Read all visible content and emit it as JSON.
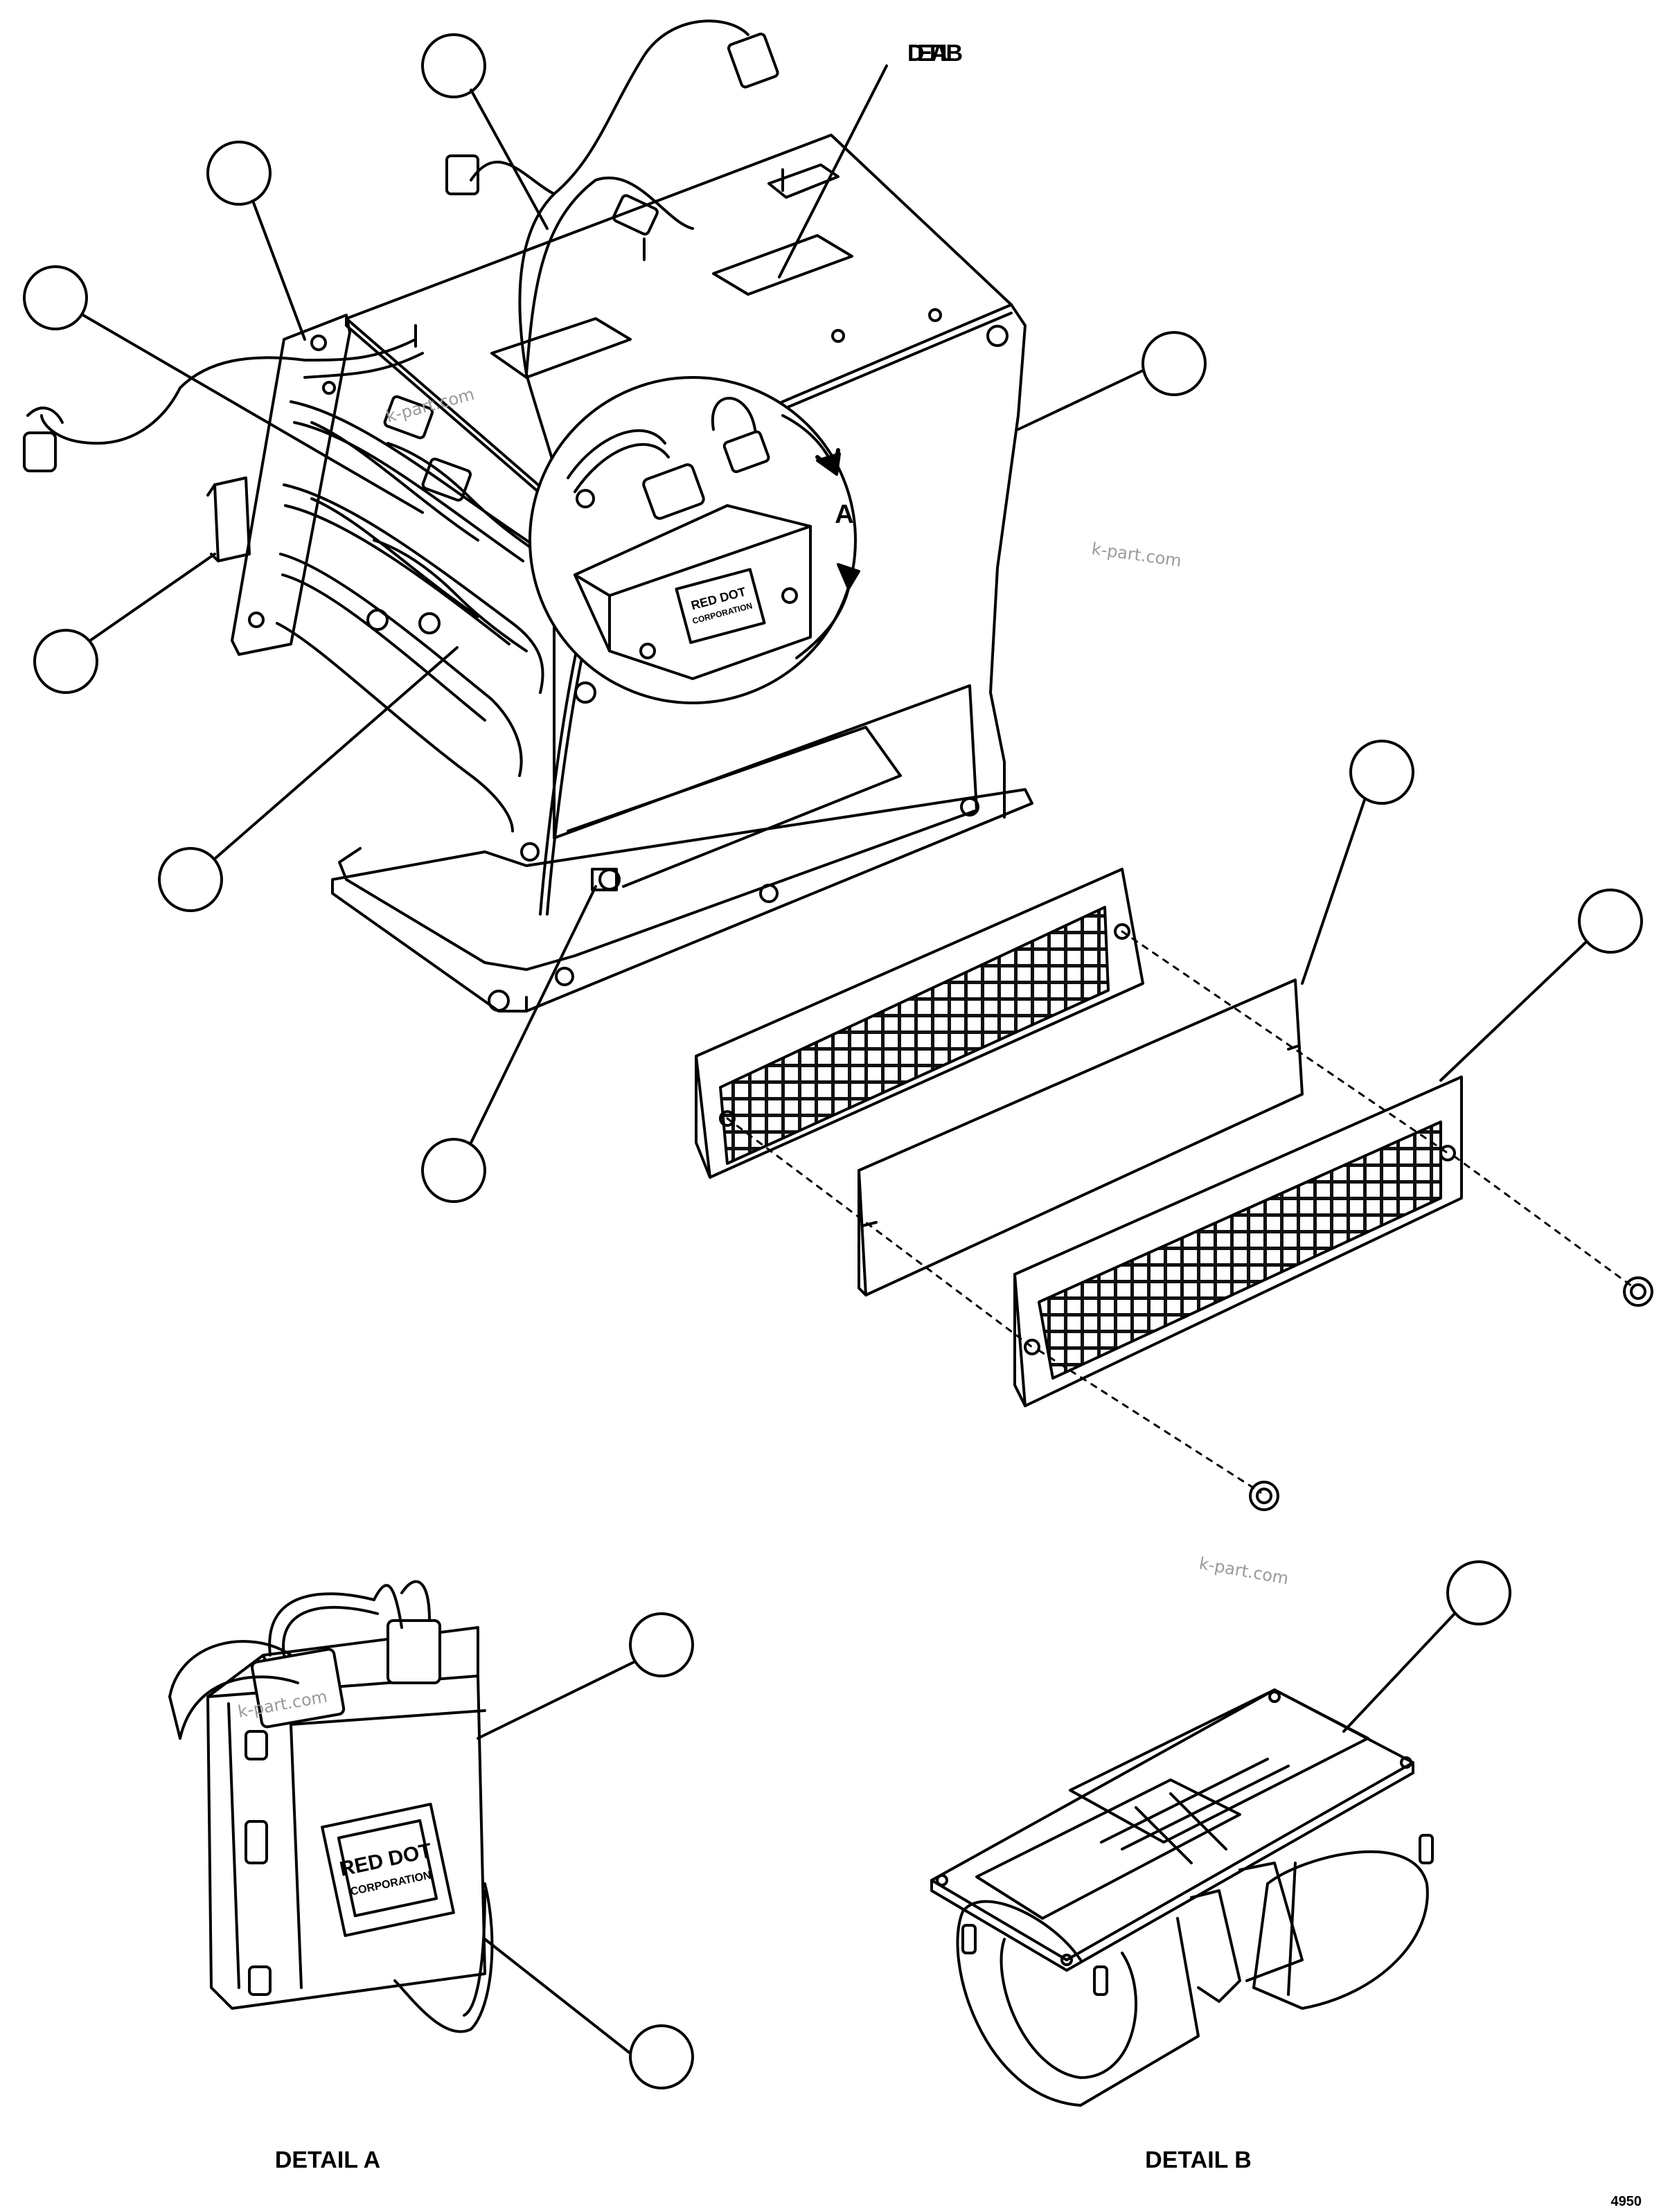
{
  "labels": {
    "detail_b_top": "DETAIL B",
    "view_a": "A",
    "detail_a_caption": "DETAIL A",
    "detail_b_caption": "DETAIL B",
    "sheet_number": "4950"
  },
  "nameplate": {
    "line1": "RED DOT",
    "line2": "CORPORATION"
  },
  "watermarks": [
    "k-part.com",
    "k-part.com",
    "k-part.com",
    "k-part.com"
  ],
  "colors": {
    "line": "#000000",
    "background": "#ffffff",
    "watermark": "#9a9a9a"
  }
}
